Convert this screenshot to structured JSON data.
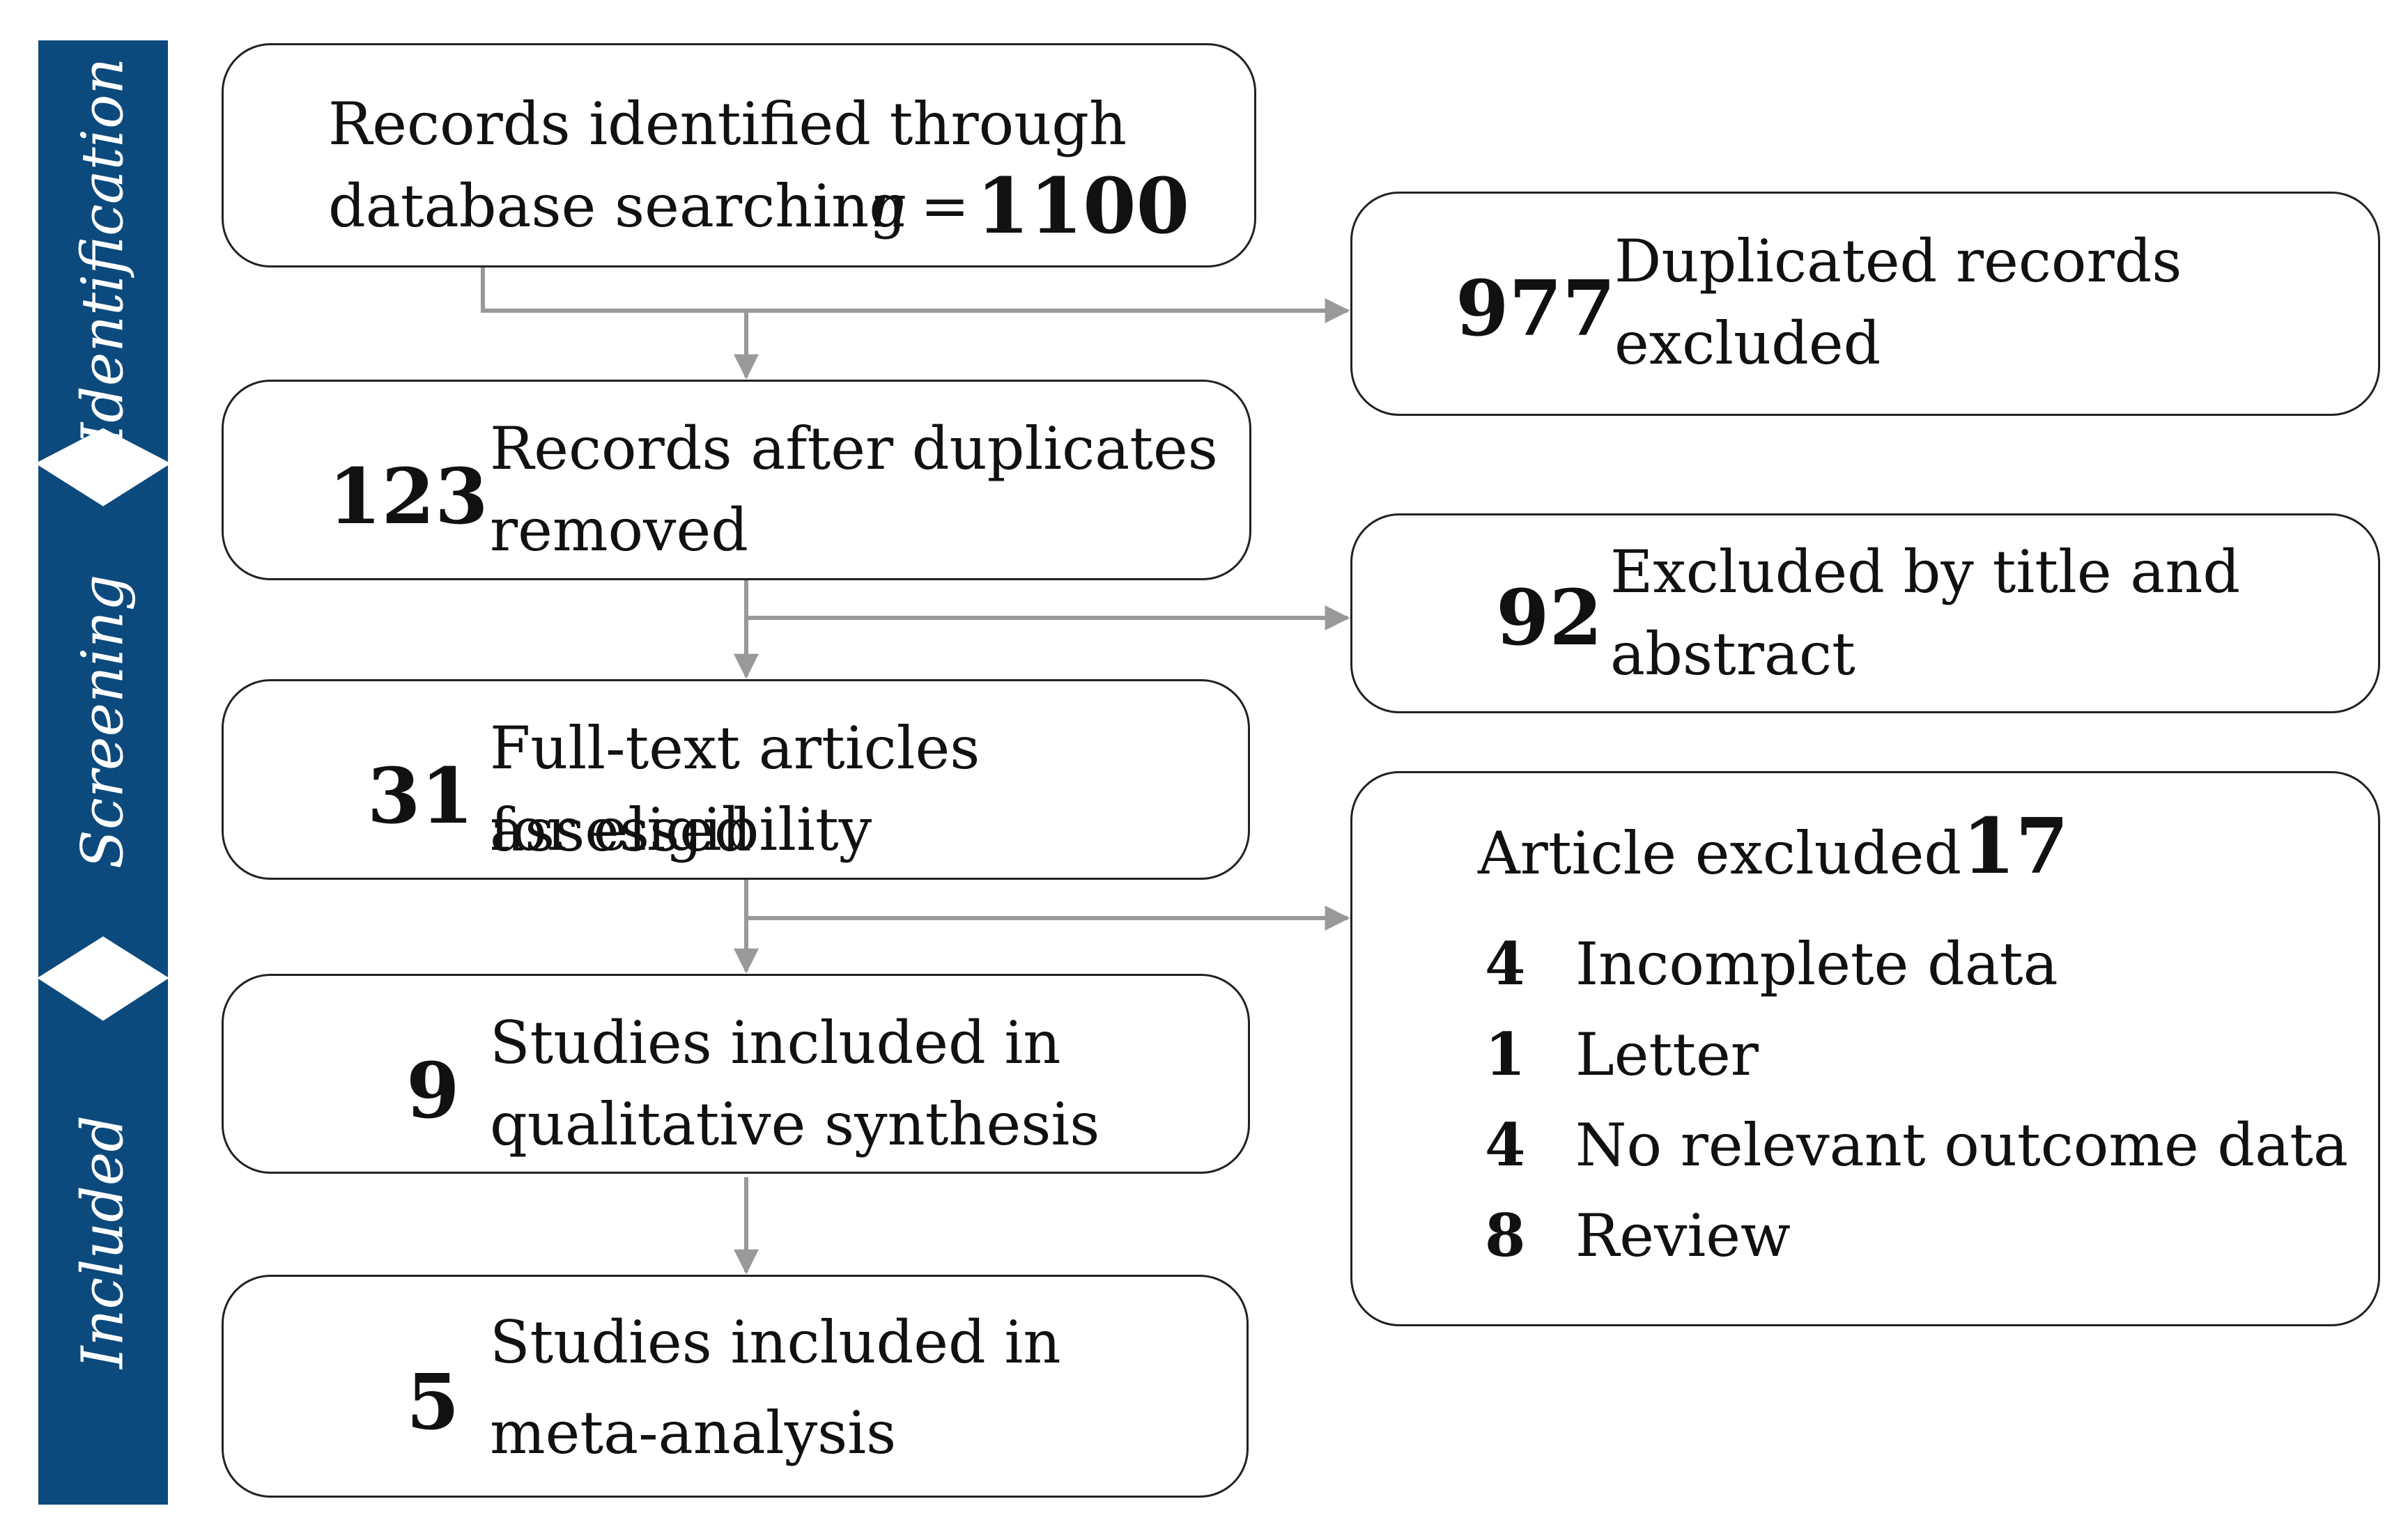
{
  "stages": {
    "identification": "Identification",
    "screening": "Screening",
    "included": "Included"
  },
  "main_flow": [
    {
      "lines": [
        "Records identified through",
        "database searching"
      ],
      "n_label": "n",
      "equals": "=",
      "count": "1100"
    },
    {
      "count": "123",
      "lines": [
        "Records after duplicates",
        "removed"
      ]
    },
    {
      "count": "31",
      "lines": [
        "Full-text articles assessed",
        "for eligibility"
      ]
    },
    {
      "count": "9",
      "lines": [
        "Studies included in",
        "qualitative synthesis"
      ]
    },
    {
      "count": "5",
      "lines": [
        "Studies included in",
        "meta-analysis"
      ]
    }
  ],
  "exclusions": [
    {
      "count": "977",
      "lines": [
        "Duplicated records",
        "excluded"
      ]
    },
    {
      "count": "92",
      "lines": [
        "Excluded by title and",
        "abstract"
      ]
    }
  ],
  "article_excluded": {
    "label": "Article excluded",
    "count": "17",
    "reasons": [
      {
        "count": "4",
        "label": "Incomplete data"
      },
      {
        "count": "1",
        "label": "Letter"
      },
      {
        "count": "4",
        "label": "No relevant outcome data"
      },
      {
        "count": "8",
        "label": "Review"
      }
    ]
  },
  "colors": {
    "band": "#0c4a7e",
    "arrow": "#999999",
    "box_border": "#222222"
  }
}
